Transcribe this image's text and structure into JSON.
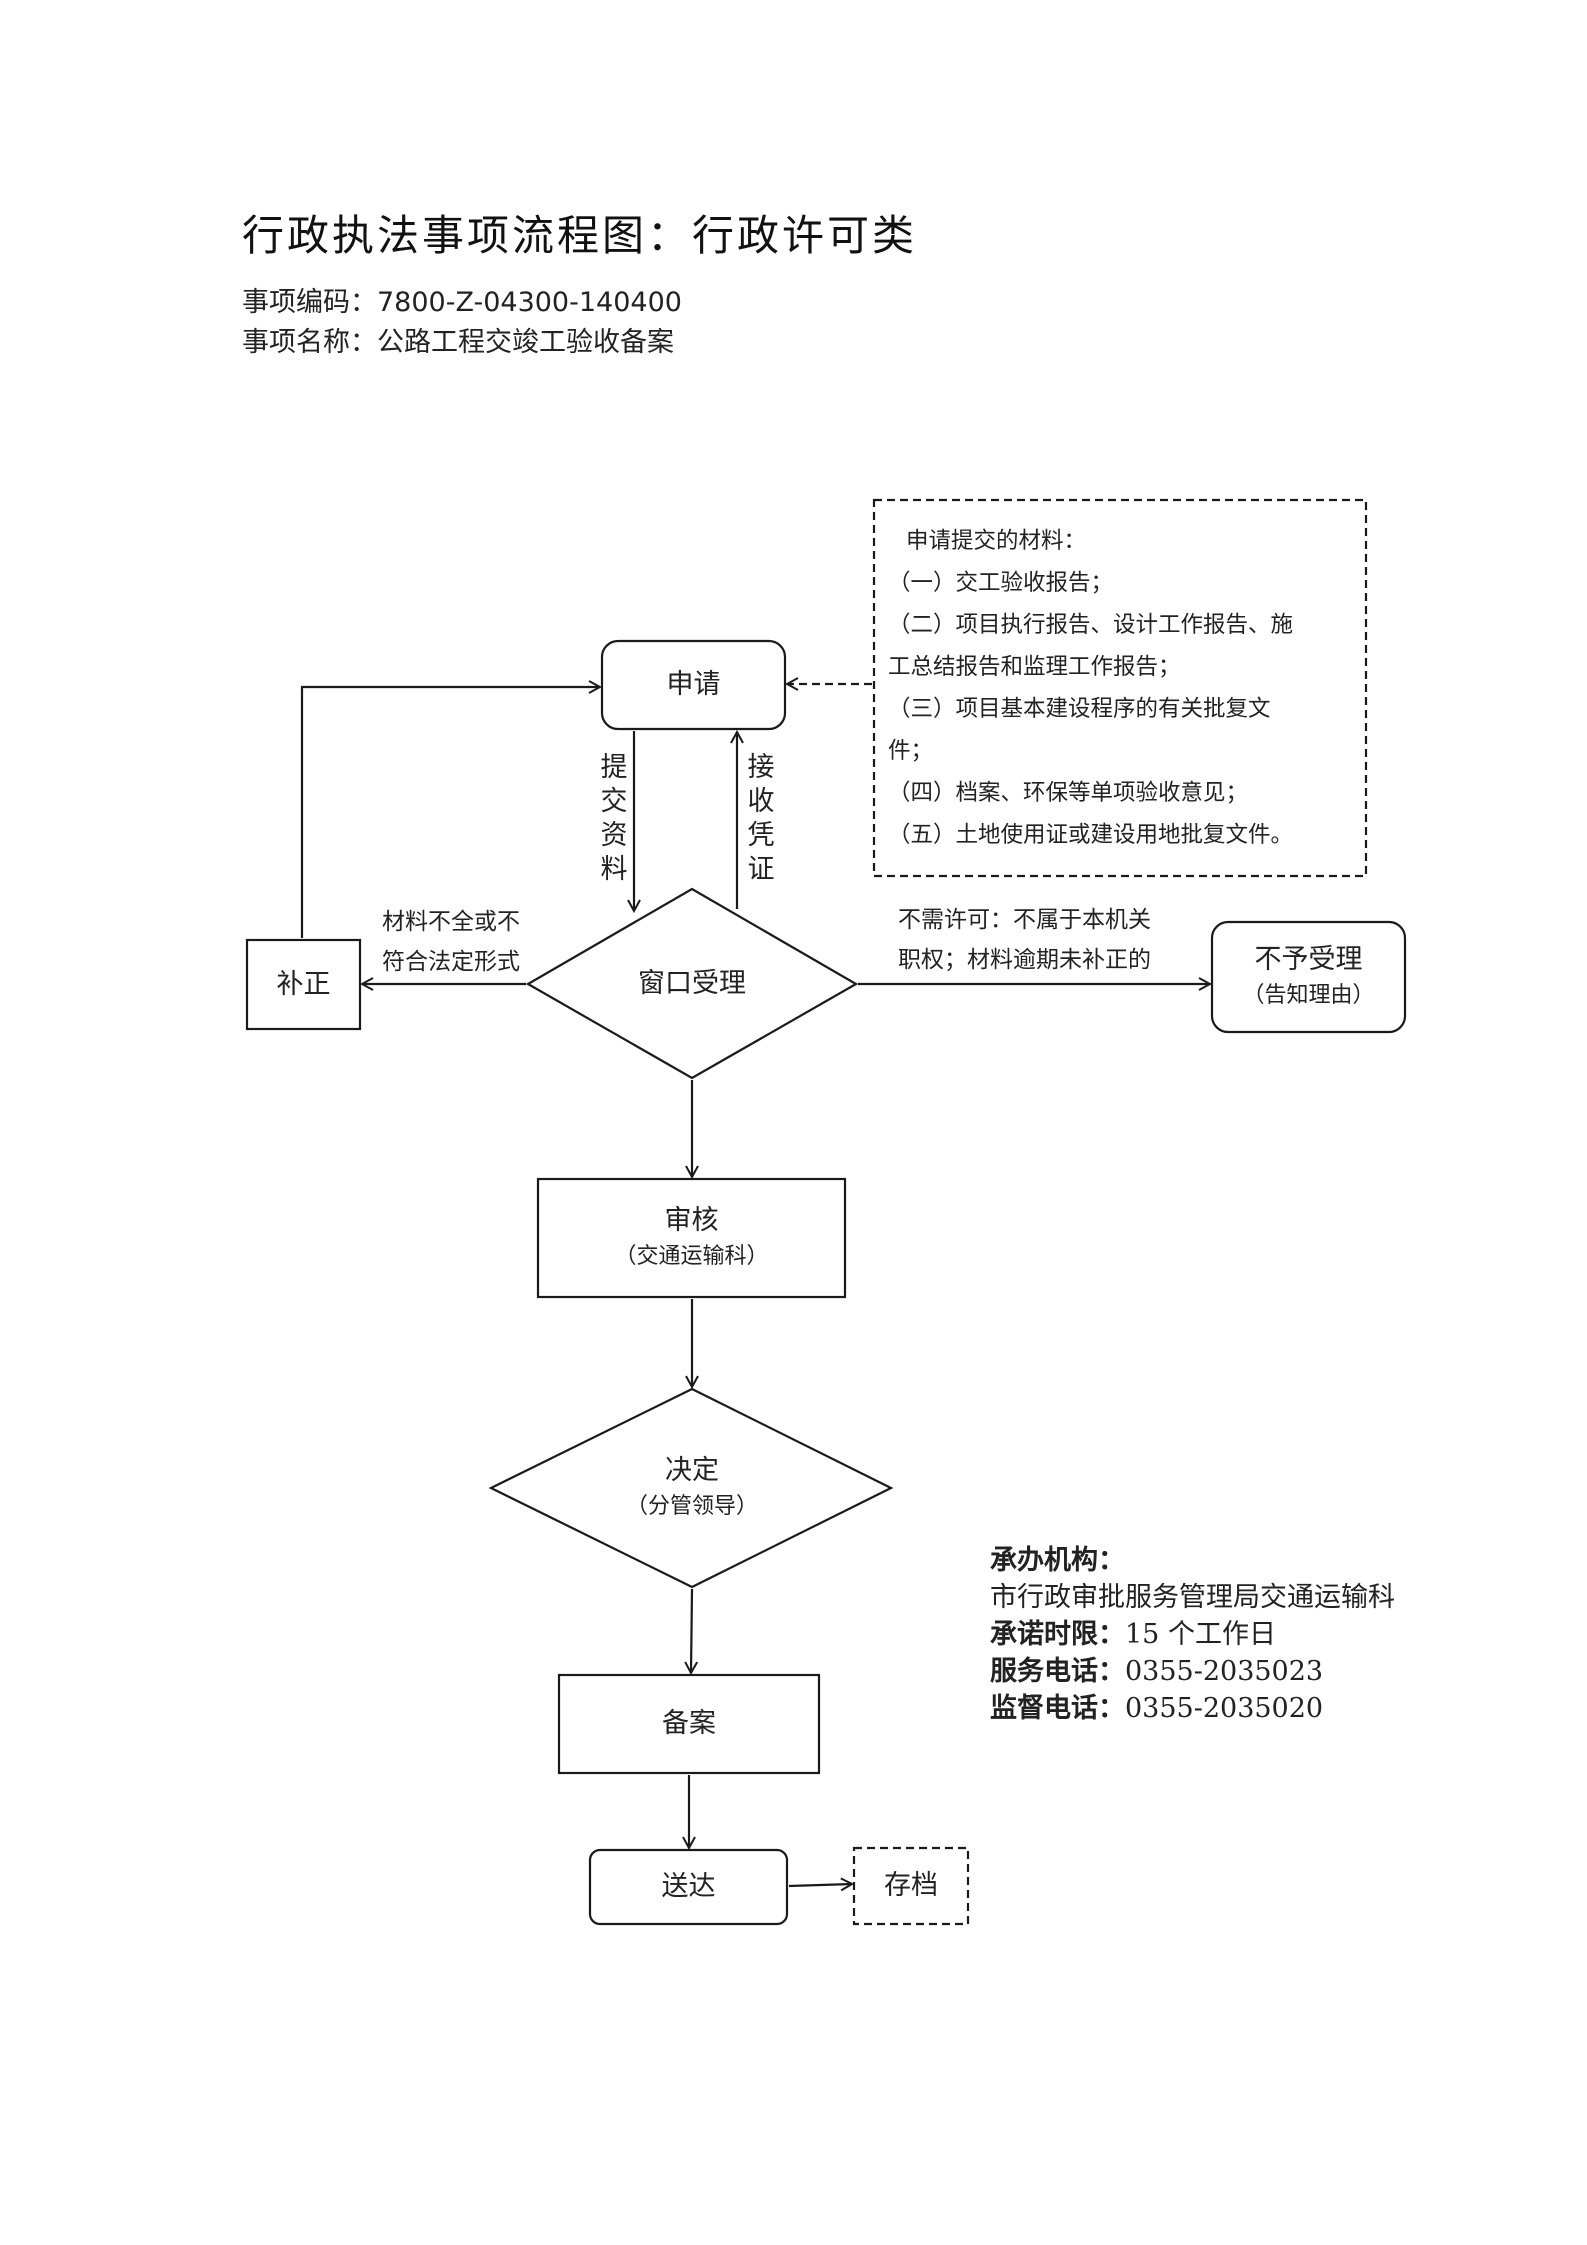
{
  "title": "行政执法事项流程图：行政许可类",
  "item_code": {
    "label": "事项编码：",
    "value": "7800-Z-04300-140400"
  },
  "item_name": {
    "label": "事项名称：",
    "value": "公路工程交竣工验收备案"
  },
  "nodes": {
    "apply": "申请",
    "window": "窗口受理",
    "correct": "补正",
    "reject": {
      "title": "不予受理",
      "note": "（告知理由）"
    },
    "review": {
      "title": "审核",
      "note": "（交通运输科）"
    },
    "decide": {
      "title": "决定",
      "note": "（分管领导）"
    },
    "record": "备案",
    "deliver": "送达",
    "archive": "存档"
  },
  "edges": {
    "submit": [
      "提",
      "交",
      "资",
      "料"
    ],
    "receipt": [
      "接",
      "收",
      "凭",
      "证"
    ],
    "incomplete": [
      "材料不全或不",
      "符合法定形式"
    ],
    "not_accepted": [
      "不需许可：不属于本机关",
      "职权；材料逾期未补正的"
    ]
  },
  "materials": {
    "heading": "申请提交的材料：",
    "lines": [
      "（一）交工验收报告；",
      "（二）项目执行报告、设计工作报告、施",
      "工总结报告和监理工作报告；",
      "（三）项目基本建设程序的有关批复文",
      "件；",
      "（四）档案、环保等单项验收意见；",
      "（五）土地使用证或建设用地批复文件。"
    ]
  },
  "agency": {
    "org_label": "承办机构：",
    "org_value": "市行政审批服务管理局交通运输科",
    "time_label": "承诺时限：",
    "time_value": "15 个工作日",
    "service_label": "服务电话：",
    "service_value": "0355-2035023",
    "supervise_label": "监督电话：",
    "supervise_value": "0355-2035020"
  },
  "colors": {
    "line": "#1a1a1a",
    "text": "#222222",
    "background": "#ffffff"
  }
}
